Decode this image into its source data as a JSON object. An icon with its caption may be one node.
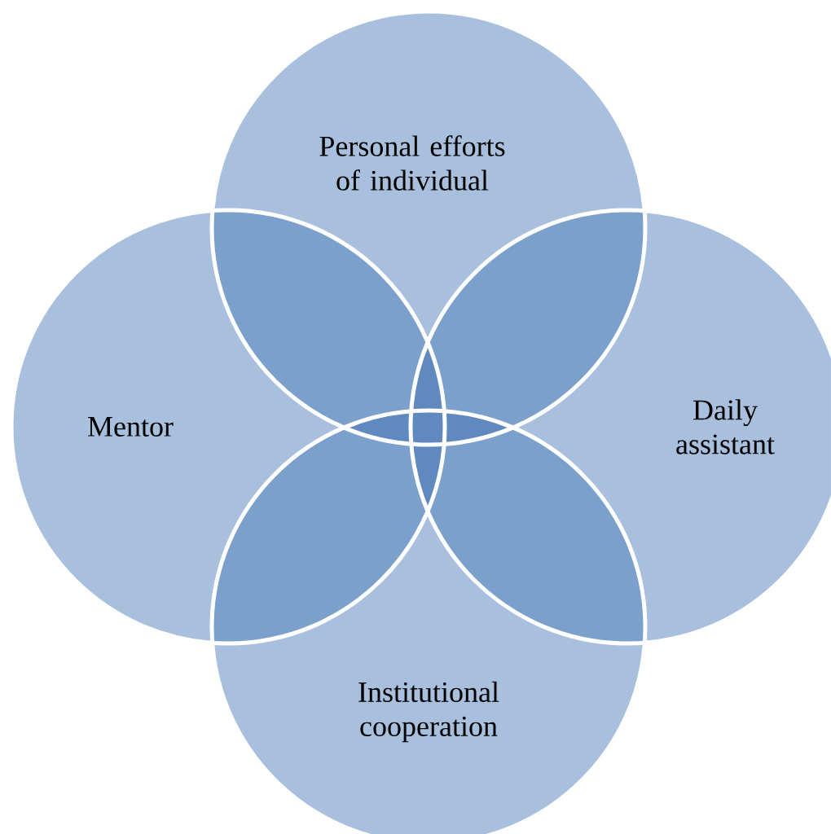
{
  "diagram": {
    "nodes": [
      {
        "text": [
          "Personal efforts of individual"
        ]
      },
      {
        "text": [
          "Mentor"
        ]
      },
      {
        "text": [
          "Daily assistant"
        ]
      },
      {
        "text": [
          "Institutional cooperation"
        ]
      }
    ]
  }
}
